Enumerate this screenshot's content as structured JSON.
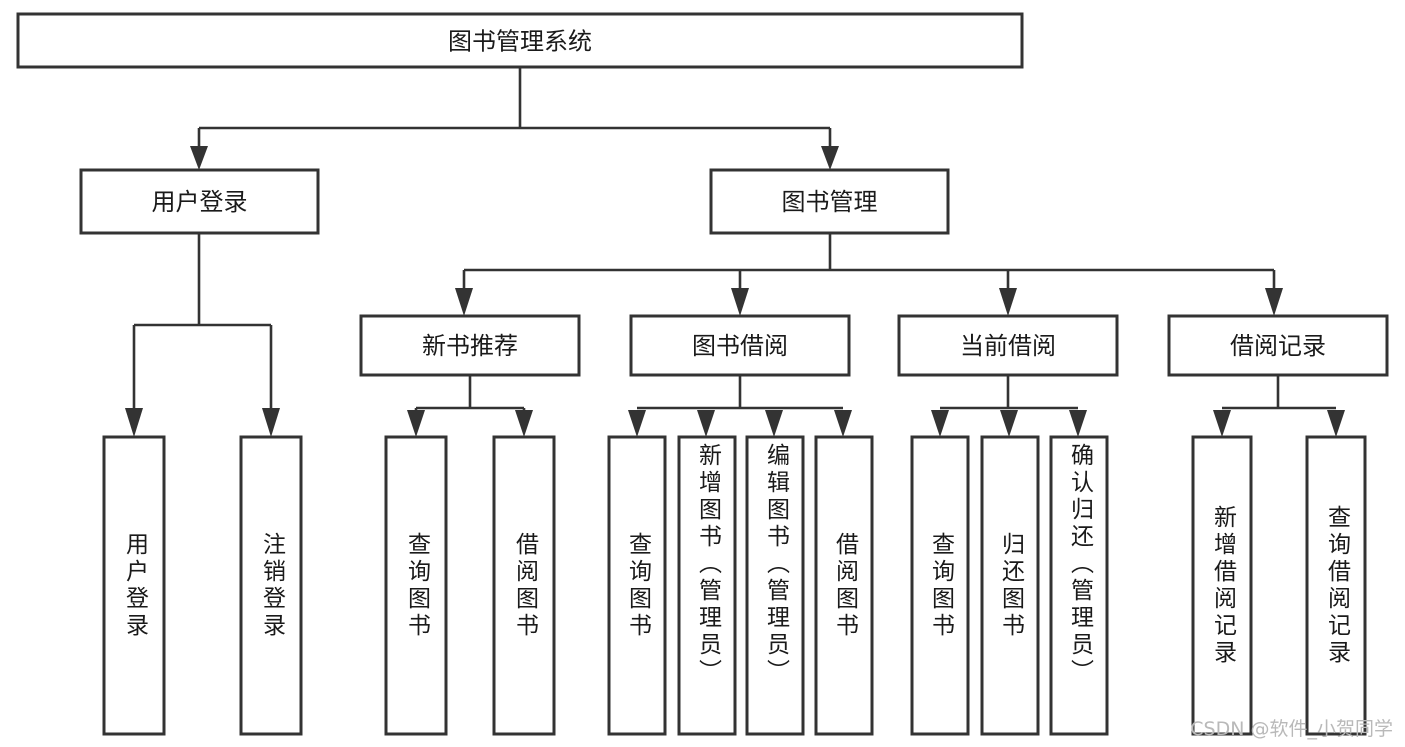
{
  "diagram": {
    "title": "图书管理系统",
    "type": "tree-hierarchy-chart",
    "root": {
      "label": "图书管理系统"
    },
    "level2": [
      {
        "label": "用户登录"
      },
      {
        "label": "图书管理"
      }
    ],
    "level3": [
      {
        "label": "新书推荐"
      },
      {
        "label": "图书借阅"
      },
      {
        "label": "当前借阅"
      },
      {
        "label": "借阅记录"
      }
    ],
    "leaves": {
      "user_login": [
        {
          "label": "用户登录"
        },
        {
          "label": "注销登录"
        }
      ],
      "new_book_recommend": [
        {
          "label": "查询图书"
        },
        {
          "label": "借阅图书"
        }
      ],
      "book_borrow": [
        {
          "label": "查询图书"
        },
        {
          "label": "新增图书（管理员）"
        },
        {
          "label": "编辑图书（管理员）"
        },
        {
          "label": "借阅图书"
        }
      ],
      "current_borrow": [
        {
          "label": "查询图书"
        },
        {
          "label": "归还图书"
        },
        {
          "label": "确认归还（管理员）"
        }
      ],
      "borrow_record": [
        {
          "label": "新增借阅记录"
        },
        {
          "label": "查询借阅记录"
        }
      ]
    }
  },
  "watermark": {
    "text": "CSDN @软件_小贺同学"
  },
  "colors": {
    "box_stroke": "#333333",
    "box_fill": "#ffffff",
    "text": "#1a1a1a",
    "watermark": "#b9b9b9",
    "background": "#ffffff"
  }
}
